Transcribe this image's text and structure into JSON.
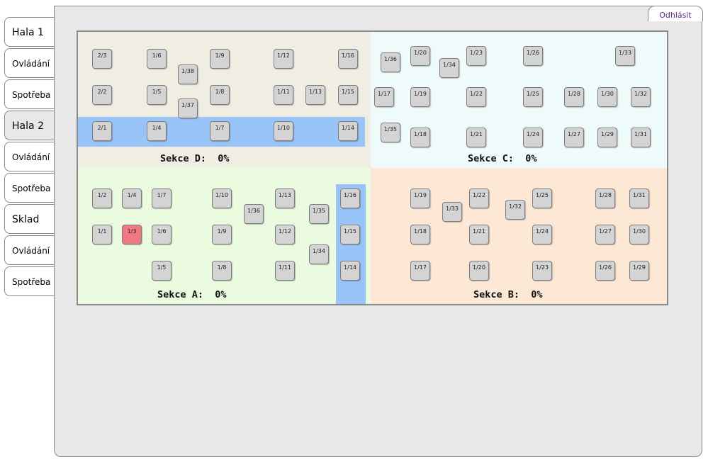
{
  "nav": {
    "tabs": [
      {
        "label": "Hala 1"
      },
      {
        "label": "Ovládání"
      },
      {
        "label": "Spotřeba"
      },
      {
        "label": "Hala 2"
      },
      {
        "label": "Ovládání"
      },
      {
        "label": "Spotřeba"
      },
      {
        "label": "Sklad"
      },
      {
        "label": "Ovládání"
      },
      {
        "label": "Spotřeba"
      }
    ]
  },
  "header": {
    "logout_label": "Odhlásit"
  },
  "colors": {
    "sekce_a_bg": "#eafbdf",
    "sekce_b_bg": "#fde8d6",
    "sekce_c_bg": "#effbfb",
    "sekce_d_bg": "#f0ede2",
    "highlight_band": "#99c4f8",
    "slot_normal": "#d4d4d4",
    "slot_alert": "#f07882"
  },
  "sections": {
    "a": {
      "label": "Sekce A:  0%"
    },
    "b": {
      "label": "Sekce B:  0%"
    },
    "c": {
      "label": "Sekce C:  0%"
    },
    "d": {
      "label": "Sekce D:  0%"
    }
  },
  "slots": {
    "d": [
      "2/3",
      "1/6",
      "1/38",
      "1/9",
      "1/12",
      "1/16",
      "2/2",
      "1/5",
      "1/37",
      "1/8",
      "1/11",
      "1/13",
      "1/15",
      "2/1",
      "1/4",
      "1/7",
      "1/10",
      "1/14"
    ],
    "c": [
      "1/36",
      "1/20",
      "1/34",
      "1/23",
      "1/26",
      "1/33",
      "1/17",
      "1/19",
      "1/22",
      "1/25",
      "1/28",
      "1/30",
      "1/32",
      "1/35",
      "1/18",
      "1/21",
      "1/24",
      "1/27",
      "1/29",
      "1/31"
    ],
    "a": [
      "1/2",
      "1/4",
      "1/7",
      "1/10",
      "1/13",
      "1/36",
      "1/35",
      "1/16",
      "1/1",
      "1/3",
      "1/6",
      "1/9",
      "1/12",
      "1/15",
      "1/34",
      "1/5",
      "1/8",
      "1/11",
      "1/14"
    ],
    "b": [
      "1/19",
      "1/22",
      "1/33",
      "1/25",
      "1/32",
      "1/28",
      "1/31",
      "1/18",
      "1/21",
      "1/24",
      "1/27",
      "1/30",
      "1/17",
      "1/20",
      "1/23",
      "1/26",
      "1/29"
    ]
  },
  "alert_slots": [
    {
      "section": "a",
      "label": "1/3"
    }
  ]
}
